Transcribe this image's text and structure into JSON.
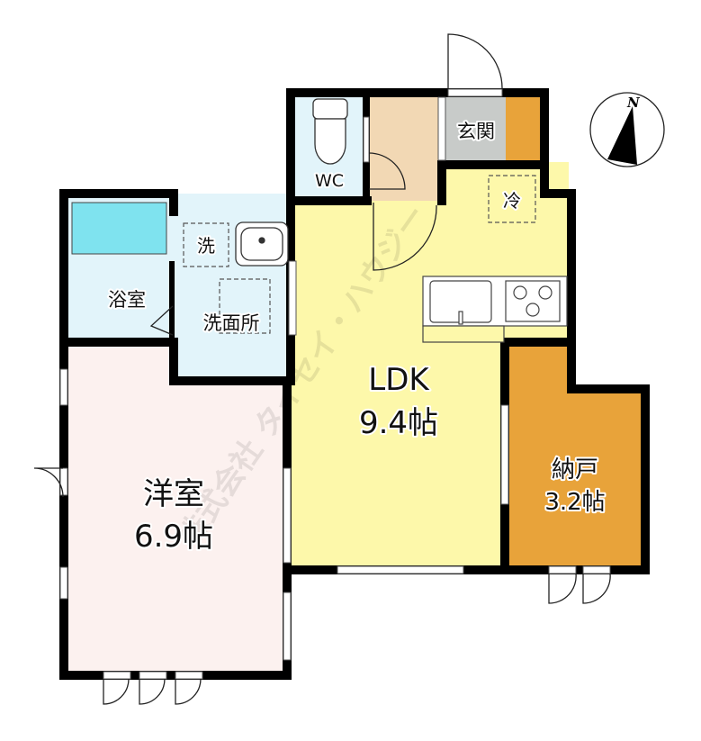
{
  "rooms": {
    "wc": {
      "label": "WC"
    },
    "genkan": {
      "label": "玄関"
    },
    "fridge": {
      "label": "冷"
    },
    "washer": {
      "label": "洗"
    },
    "bath": {
      "label": "浴室"
    },
    "washroom": {
      "label": "洗面所"
    },
    "ldk": {
      "label": "LDK",
      "size": "9.4帖"
    },
    "western": {
      "label": "洋室",
      "size": "6.9帖"
    },
    "storage": {
      "label": "納戸",
      "size": "3.2帖"
    }
  },
  "compass": {
    "label": "N",
    "icon": "north-arrow-icon"
  },
  "watermark": "株式会社 タイセイ・ハウジー",
  "colors": {
    "wall": "#000000",
    "ldk": "#fdf8aa",
    "western": "#fcf1ef",
    "wet": "#e2f4fa",
    "bathtub": "#7fe3ef",
    "hall": "#f2d8b4",
    "genkan": "#c8cbc9",
    "storage": "#e8a33a"
  }
}
